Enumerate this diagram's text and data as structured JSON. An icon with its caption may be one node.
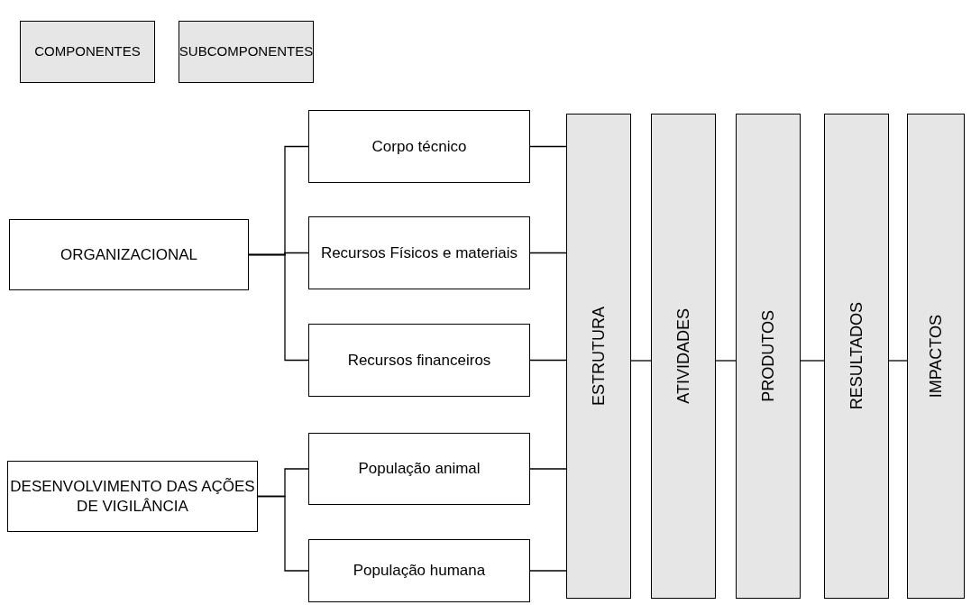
{
  "diagram": {
    "nodes": [
      {
        "text": [
          "COMPONENTES"
        ]
      },
      {
        "text": [
          "SUBCOMPONENTES"
        ]
      },
      {
        "text": [
          "ORGANIZACIONAL"
        ]
      },
      {
        "text": [
          "Corpo técnico"
        ]
      },
      {
        "text": [
          "Recursos Físicos e materiais"
        ]
      },
      {
        "text": [
          "Recursos financeiros"
        ]
      },
      {
        "text": [
          "DESENVOLVIMENTO DAS AÇÕES DE VIGILÂNCIA"
        ]
      },
      {
        "text": [
          "População animal"
        ]
      },
      {
        "text": [
          "População humana"
        ]
      },
      {
        "text": [
          "ESTRUTURA"
        ]
      },
      {
        "text": [
          "ATIVIDADES"
        ]
      },
      {
        "text": [
          "PRODUTOS"
        ]
      },
      {
        "text": [
          "RESULTADOS"
        ]
      },
      {
        "text": [
          "IMPACTOS"
        ]
      }
    ],
    "edges": [
      {
        "from": 2,
        "to": 3,
        "arrow": "none"
      },
      {
        "from": 2,
        "to": 4,
        "arrow": "none"
      },
      {
        "from": 2,
        "to": 5,
        "arrow": "none"
      },
      {
        "from": 6,
        "to": 7,
        "arrow": "none"
      },
      {
        "from": 6,
        "to": 8,
        "arrow": "none"
      },
      {
        "from": 3,
        "to": 9,
        "arrow": "none"
      },
      {
        "from": 4,
        "to": 9,
        "arrow": "none"
      },
      {
        "from": 5,
        "to": 9,
        "arrow": "none"
      },
      {
        "from": 7,
        "to": 9,
        "arrow": "none"
      },
      {
        "from": 8,
        "to": 9,
        "arrow": "none"
      },
      {
        "from": 9,
        "to": 10,
        "arrow": "none"
      },
      {
        "from": 10,
        "to": 11,
        "arrow": "none"
      },
      {
        "from": 11,
        "to": 12,
        "arrow": "none"
      },
      {
        "from": 12,
        "to": 13,
        "arrow": "none"
      }
    ]
  }
}
